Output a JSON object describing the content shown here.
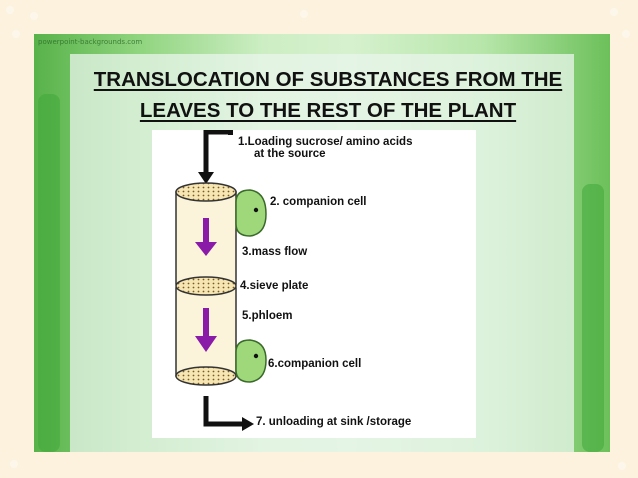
{
  "watermark": "powerpoint-backgrounds.com",
  "title_line1": "TRANSLOCATION OF SUBSTANCES FROM THE",
  "title_line2": "LEAVES TO THE REST OF THE PLANT",
  "labels": {
    "loading_line1": "1.Loading sucrose/ amino acids",
    "loading_line2": "at the source",
    "companion_1": "2. companion cell",
    "mass_flow": "3.mass flow",
    "sieve_plate": "4.sieve plate",
    "phloem": "5.phloem",
    "companion_2": "6.companion cell",
    "unloading": "7. unloading at sink /storage"
  },
  "colors": {
    "background": "#fcf2de",
    "slide_green": "#58b24a",
    "tube_fill": "#fbf1d2",
    "companion_fill": "#9ed87a",
    "arrow_purple": "#8a1aa8"
  }
}
